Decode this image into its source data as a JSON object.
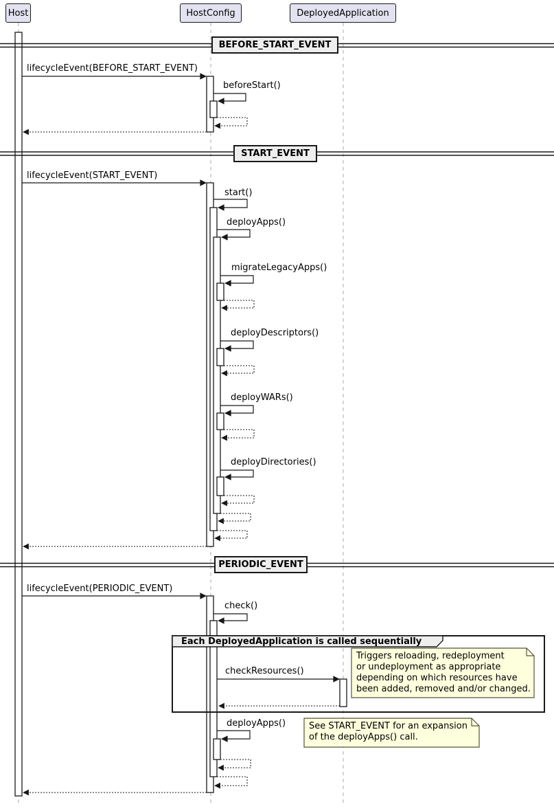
{
  "participants": [
    {
      "name": "Host"
    },
    {
      "name": "HostConfig"
    },
    {
      "name": "DeployedApplication"
    }
  ],
  "dividers": {
    "before_start": "BEFORE_START_EVENT",
    "start": "START_EVENT",
    "periodic": "PERIODIC_EVENT"
  },
  "messages": {
    "lifecycle_before_start": "lifecycleEvent(BEFORE_START_EVENT)",
    "before_start": "beforeStart()",
    "lifecycle_start": "lifecycleEvent(START_EVENT)",
    "start": "start()",
    "deploy_apps": "deployApps()",
    "migrate_legacy_apps": "migrateLegacyApps()",
    "deploy_descriptors": "deployDescriptors()",
    "deploy_wars": "deployWARs()",
    "deploy_directories": "deployDirectories()",
    "lifecycle_periodic": "lifecycleEvent(PERIODIC_EVENT)",
    "check": "check()",
    "check_resources": "checkResources()",
    "deploy_apps_periodic": "deployApps()"
  },
  "group": {
    "title": "Each DeployedApplication is called sequentially"
  },
  "notes": {
    "triggers": {
      "lines": [
        "Triggers reloading, redeployment",
        "or undeployment as appropriate",
        "depending on which resources have",
        "been added, removed and/or changed."
      ]
    },
    "see_start": {
      "lines": [
        "See START_EVENT for an expansion",
        "of the deployApps() call."
      ]
    }
  },
  "colors": {
    "participant_bg": "#E2E2F0",
    "border": "#181818",
    "divider_bg": "#EEEEEE",
    "group_header_bg": "#EEEEEE",
    "note_bg": "#FEFFDD",
    "lifeline": "#A8A8A8"
  }
}
